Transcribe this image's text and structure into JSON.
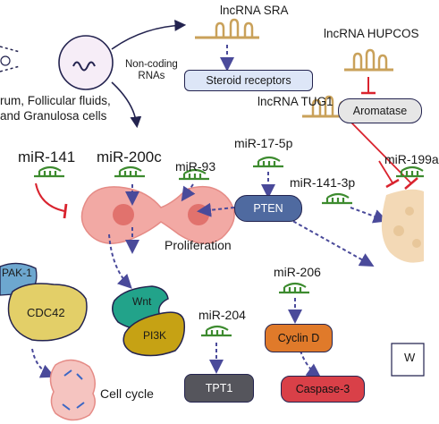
{
  "colors": {
    "arrow_dark": "#23234f",
    "arrow_dash": "#4a4a9a",
    "inhibit_red": "#d9232e",
    "rna_green": "#3d8b2f",
    "lncrna_tan": "#c9a15a",
    "steroid_box": "#dde6f7",
    "aromatase_box": "#e6e6e6",
    "pten_box": "#4f6aa0",
    "tpt1_box": "#55555c",
    "cyclin_box": "#e07a2a",
    "caspase_box": "#d94048",
    "wnt_shape": "#22a38a",
    "pi3k_shape": "#c6a214",
    "cdc42_shape": "#e3cf68",
    "pak1_shape": "#6da7cf",
    "cell_pink": "#f2a9a4"
  },
  "icons": [
    "exosome-vesicle-icon",
    "mirna-hairpin-icon",
    "lncrna-hairpin-icon",
    "dividing-cell-icon",
    "granulosa-cell-icon",
    "chromosome-cell-icon"
  ],
  "labels": {
    "source_text": "rum, Follicular fluids,\nand Granulosa cells",
    "noncoding": "Non-coding\nRNAs",
    "lnc_sra": "lncRNA SRA",
    "lnc_hupcos": "lncRNA HUPCOS",
    "lnc_tug1": "lncRNA TUG1",
    "steroid_receptors": "Steroid receptors",
    "aromatase": "Aromatase",
    "mir141": "miR-141",
    "mir200c": "miR-200c",
    "mir93": "miR-93",
    "mir17": "miR-17-5p",
    "mir199": "miR-199a",
    "mir141_3p": "miR-141-3p",
    "mir206": "miR-206",
    "mir204": "miR-204",
    "pten": "PTEN",
    "proliferation": "Proliferation",
    "cyclin_d": "Cyclin D",
    "caspase3": "Caspase-3",
    "tpt1": "TPT1",
    "wnt": "Wnt",
    "pi3k": "PI3K",
    "pak1": "PAK-1",
    "cdc42": "CDC42",
    "cell_cycle": "Cell cycle",
    "w_partial": "W"
  }
}
